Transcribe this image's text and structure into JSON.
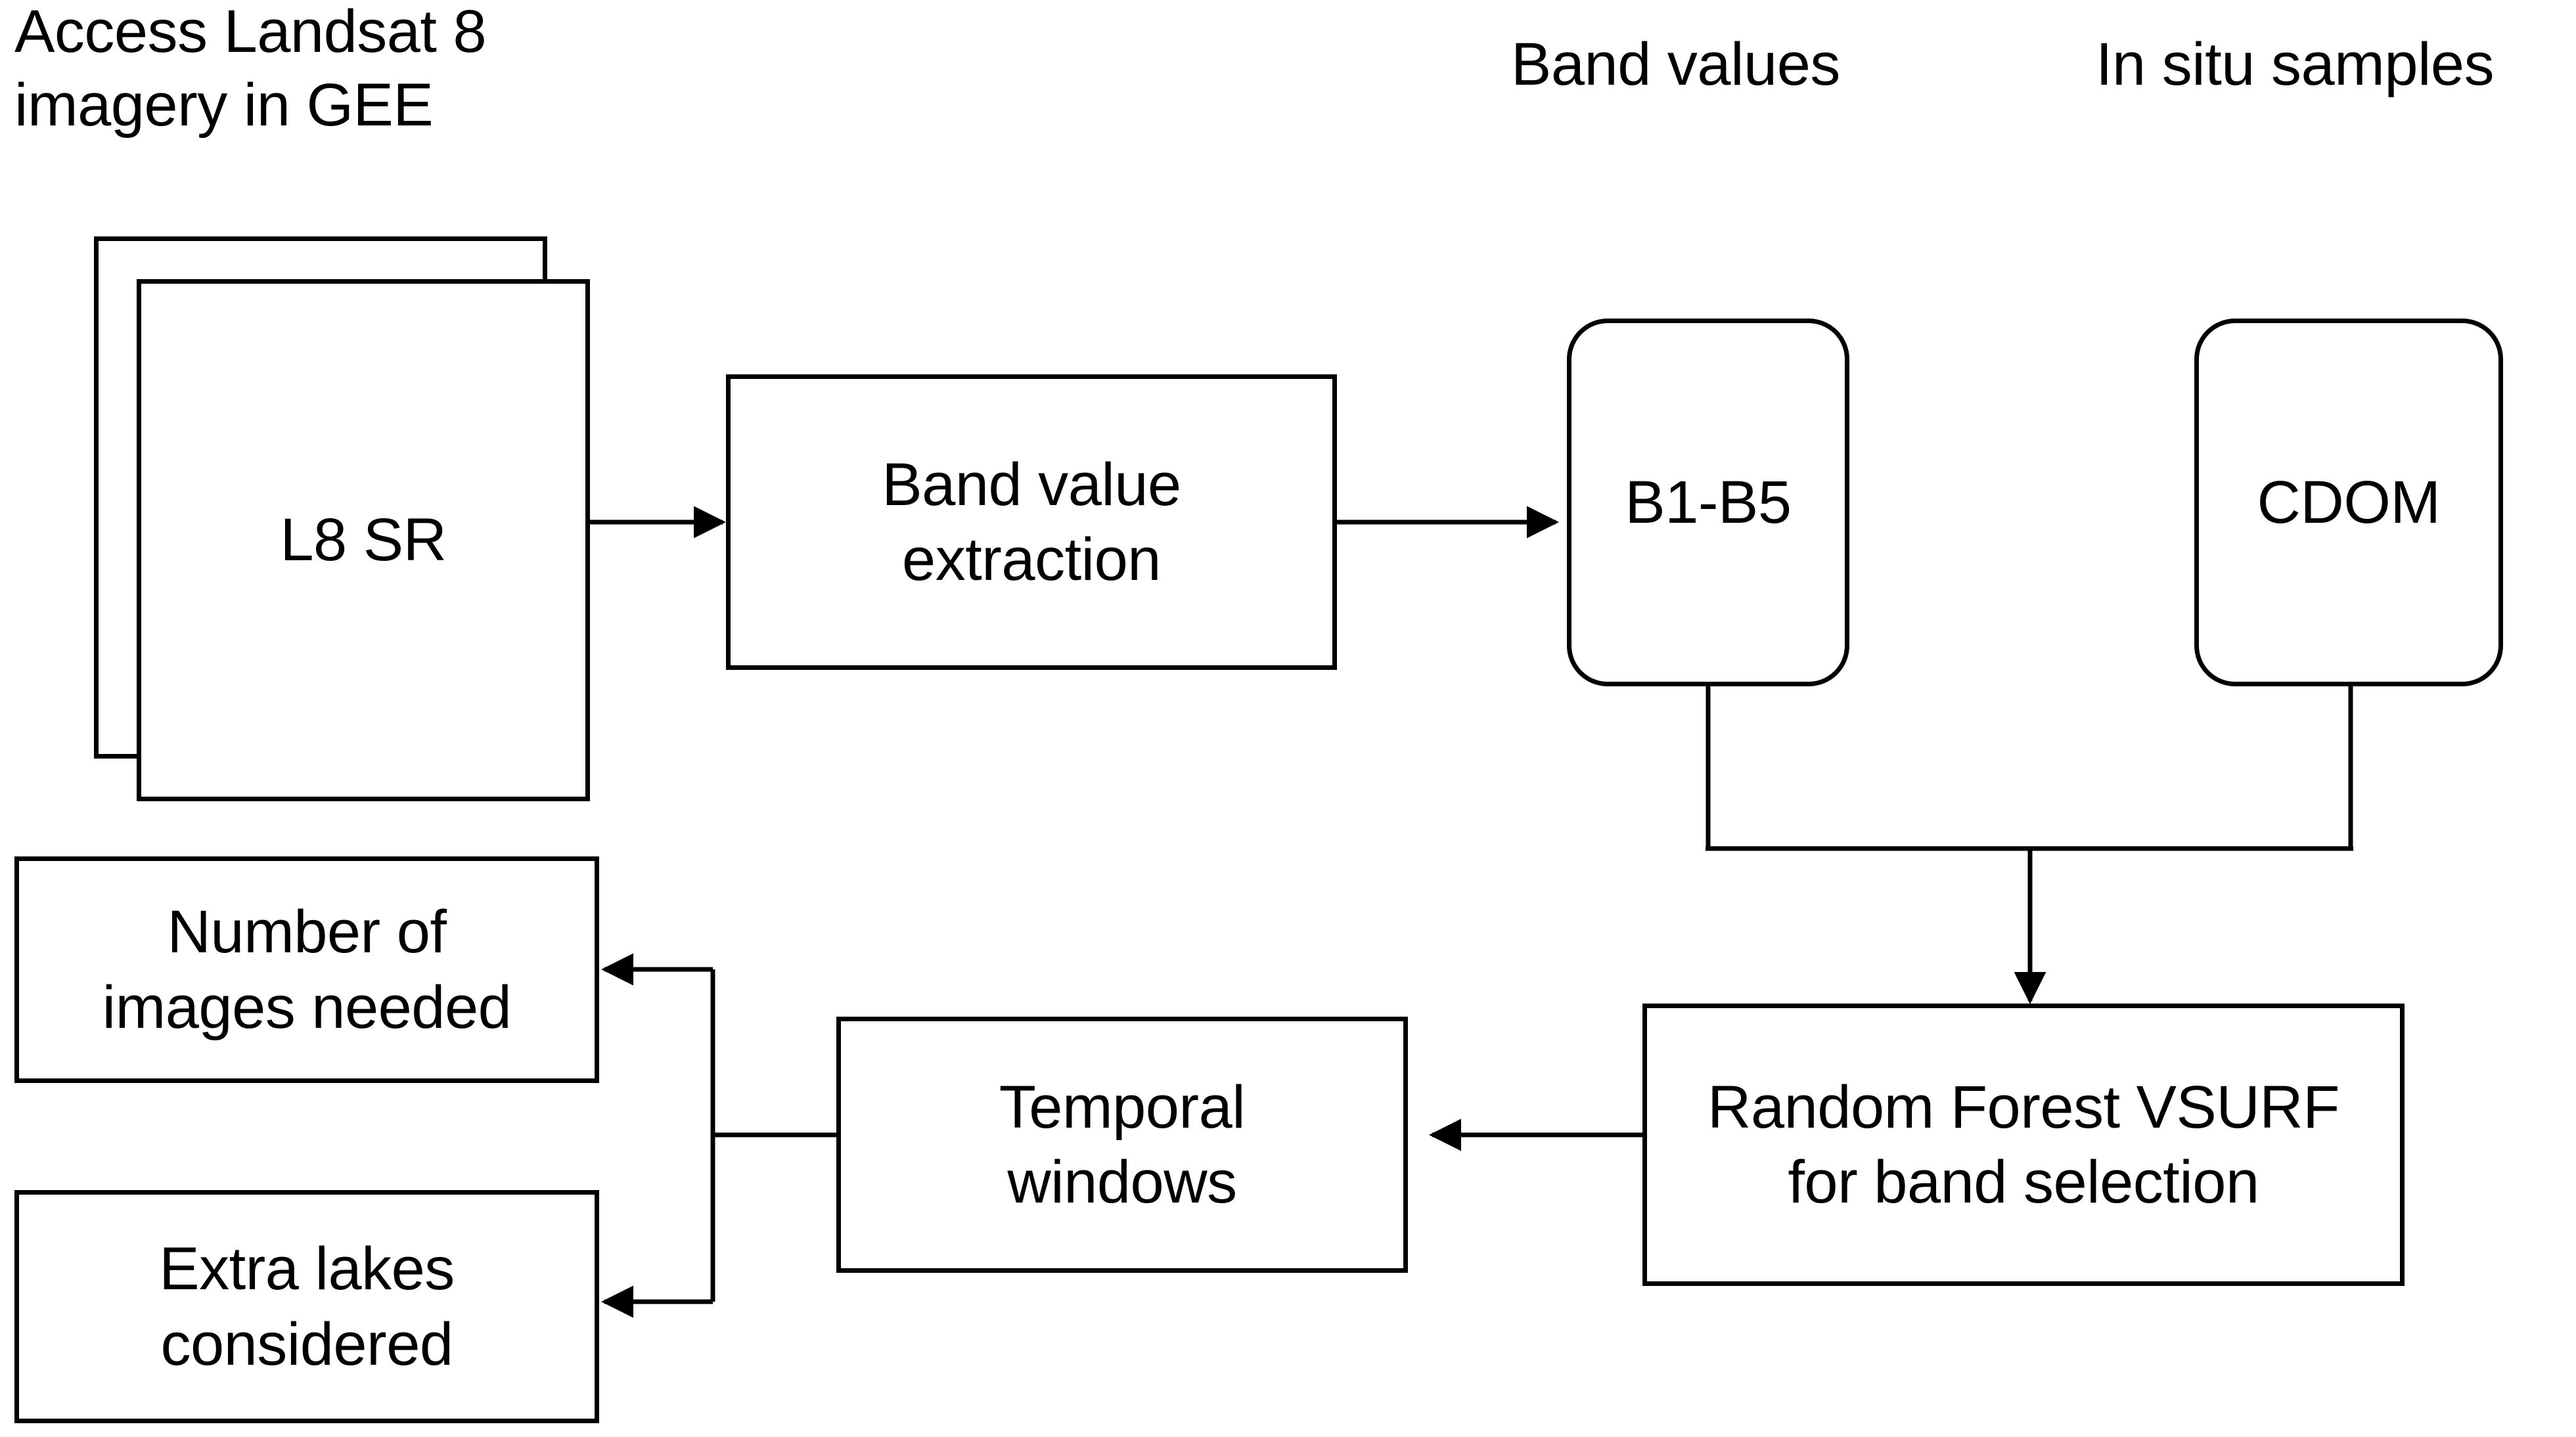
{
  "diagram": {
    "title_caption": "Access Landsat 8\nimagery in GEE",
    "caption_band_values": "Band values",
    "caption_in_situ": "In situ samples",
    "nodes": {
      "l8sr": "L8 SR",
      "band_value_extraction": "Band value\nextraction",
      "b1_b5": "B1-B5",
      "cdom": "CDOM",
      "random_forest": "Random Forest VSURF\nfor band selection",
      "temporal_windows": "Temporal\nwindows",
      "number_of_images": "Number of\nimages needed",
      "extra_lakes": "Extra lakes\nconsidered"
    },
    "colors": {
      "stroke": "#000000",
      "fill": "#ffffff",
      "text": "#000000"
    },
    "edges": [
      {
        "from": "l8sr",
        "to": "band_value_extraction",
        "direction": "right"
      },
      {
        "from": "band_value_extraction",
        "to": "b1_b5",
        "direction": "right"
      },
      {
        "from": "b1_b5",
        "to": "random_forest",
        "direction": "down-merge"
      },
      {
        "from": "cdom",
        "to": "random_forest",
        "direction": "down-merge"
      },
      {
        "from": "random_forest",
        "to": "temporal_windows",
        "direction": "left"
      },
      {
        "from": "temporal_windows",
        "to": "number_of_images",
        "direction": "left-branch-up"
      },
      {
        "from": "temporal_windows",
        "to": "extra_lakes",
        "direction": "left-branch-down"
      }
    ]
  }
}
